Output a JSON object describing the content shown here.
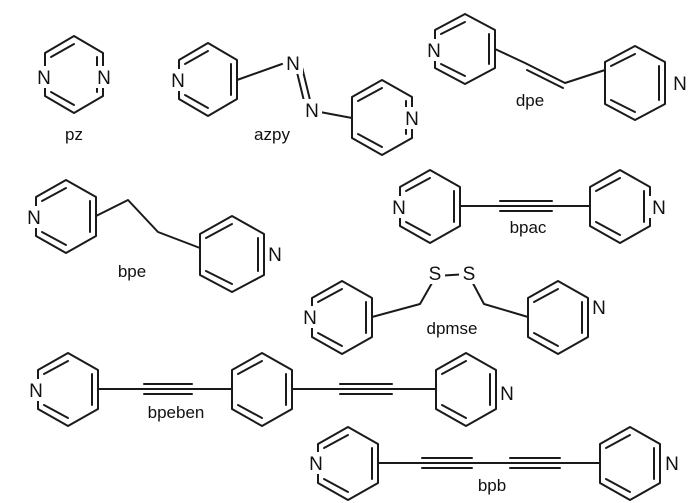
{
  "atoms": {
    "nitrogen": "N",
    "sulfur": "S"
  },
  "molecules": [
    {
      "label": "pz"
    },
    {
      "label": "azpy"
    },
    {
      "label": "dpe"
    },
    {
      "label": "bpe"
    },
    {
      "label": "bpac"
    },
    {
      "label": "dpmse"
    },
    {
      "label": "bpeben"
    },
    {
      "label": "bpb"
    }
  ]
}
